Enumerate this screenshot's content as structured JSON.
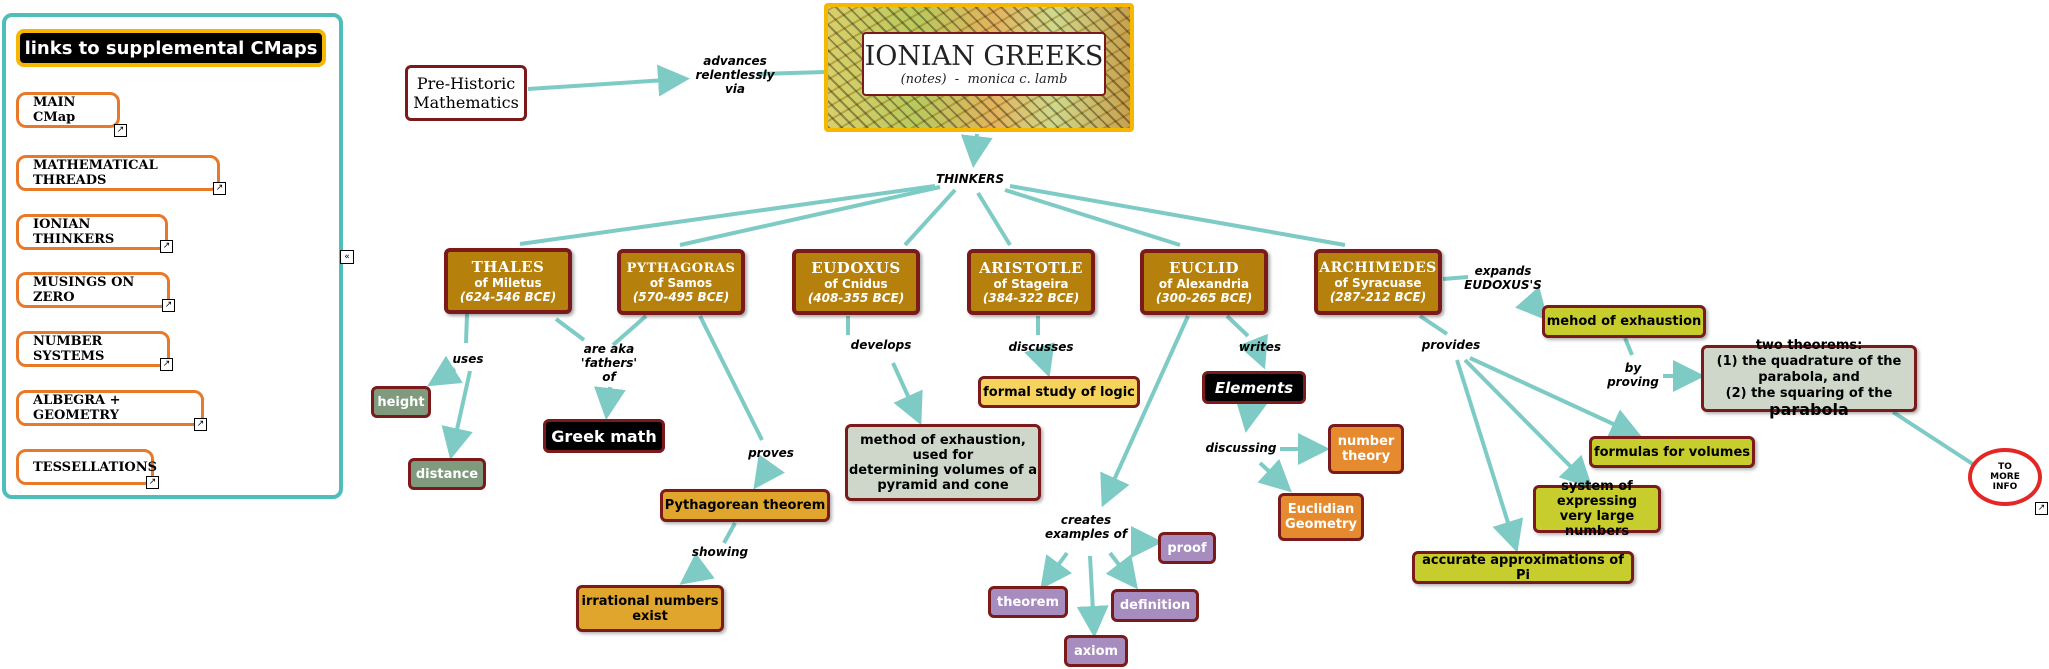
{
  "sidebar": {
    "title": "links to supplemental CMaps",
    "links": [
      "MAIN CMap",
      "MATHEMATICAL THREADS",
      "IONIAN THINKERS",
      "MUSINGS ON ZERO",
      "NUMBER SYSTEMS",
      "ALBEGRA + GEOMETRY",
      "TESSELLATIONS"
    ],
    "collapse_icon": "collapse-left-icon",
    "link_icon": "external-link-icon"
  },
  "header": {
    "prehistoric": [
      "Pre-Historic",
      "Mathematics"
    ],
    "advances_label": [
      "advances",
      "relentlessly",
      "via"
    ],
    "title": "IONIAN GREEKS",
    "subtitle": "(notes)  -  monica c. lamb"
  },
  "thinkers_label": "THINKERS",
  "thinkers": [
    {
      "name": "THALES",
      "place": "of Miletus",
      "dates": "(624-546 BCE)"
    },
    {
      "name": "PYTHAGORAS",
      "place": "of Samos",
      "dates": "(570-495 BCE)"
    },
    {
      "name": "EUDOXUS",
      "place": "of Cnidus",
      "dates": "(408-355 BCE)"
    },
    {
      "name": "ARISTOTLE",
      "place": "of Stageira",
      "dates": "(384-322 BCE)"
    },
    {
      "name": "EUCLID",
      "place": "of Alexandria",
      "dates": "(300-265 BCE)"
    },
    {
      "name": "ARCHIMEDES",
      "place": "of Syracuase",
      "dates": "(287-212 BCE)"
    }
  ],
  "thales": {
    "uses": "uses",
    "height": "height",
    "distance": "distance",
    "aka": [
      "are aka",
      "'fathers'",
      "of"
    ],
    "greek_math": "Greek math"
  },
  "pythagoras": {
    "proves": "proves",
    "theorem": "Pythagorean theorem",
    "showing": "showing",
    "irrational": [
      "irrational numbers",
      "exist"
    ]
  },
  "eudoxus": {
    "develops": "develops",
    "method": [
      "method of exhaustion,",
      "used for",
      "determining volumes of a",
      "pyramid and cone"
    ]
  },
  "aristotle": {
    "discusses": "discusses",
    "logic": "formal study of logic"
  },
  "euclid": {
    "writes": "writes",
    "elements": "Elements",
    "discussing": "discussing",
    "number_theory": [
      "number",
      "theory"
    ],
    "euclidian_geometry": [
      "Euclidian",
      "Geometry"
    ],
    "creates": [
      "creates",
      "examples of"
    ],
    "proof": "proof",
    "theorem": "theorem",
    "definition": "definition",
    "axiom": "axiom"
  },
  "archimedes": {
    "expands": [
      "expands",
      "EUDOXUS'S"
    ],
    "mehod": "mehod of exhaustion",
    "by_proving": [
      "by",
      "proving"
    ],
    "two_theorems": [
      "two theorems:",
      "(1) the quadrature of the parabola, and",
      "(2) the squaring of the"
    ],
    "parabola": "parabola",
    "provides": "provides",
    "volumes": "formulas for volumes",
    "large_numbers": [
      "system of expressing",
      "very large numbers"
    ],
    "pi": "accurate approximations of Pi"
  },
  "more_info": [
    "TO",
    "MORE",
    "INFO"
  ],
  "colors": {
    "edge": "#7ecbc6",
    "border": "#7a1a1a",
    "sidebar_border": "#4fbdba",
    "link_border": "#e8782a",
    "title_border": "#f5b700"
  }
}
